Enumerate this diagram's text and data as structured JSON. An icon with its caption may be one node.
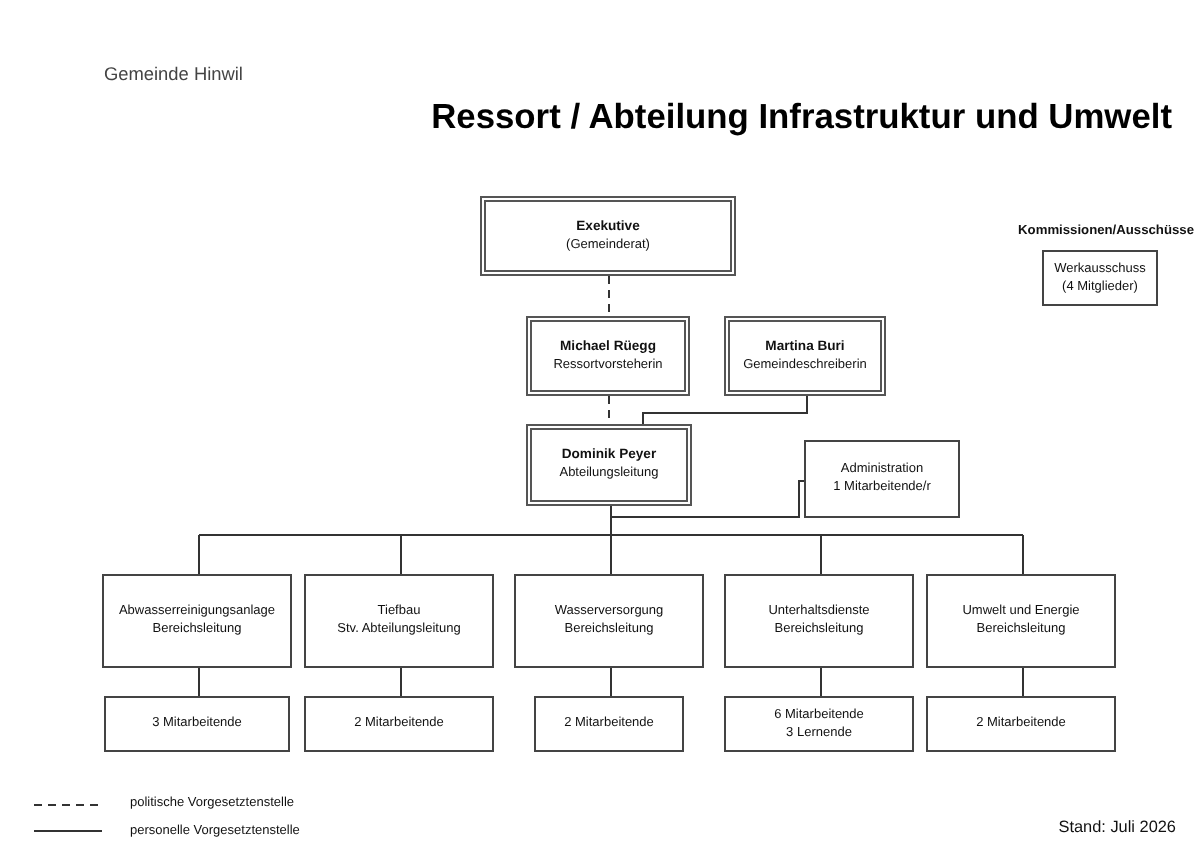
{
  "diagram": {
    "title": "Ressort / Abteilung Infrastruktur und Umwelt",
    "nodes": [
      {
        "text": [
          "Exekutive",
          "(Gemeinderat)"
        ]
      },
      {
        "text": [
          "Werkausschuss",
          "(4 Mitglieder)"
        ]
      },
      {
        "text": [
          "Michael Rüegg",
          "Ressortvorsteherin"
        ]
      },
      {
        "text": [
          "Martina Buri",
          "Gemeindeschreiberin"
        ]
      },
      {
        "text": [
          "Dominik Peyer",
          "Abteilungsleitung"
        ]
      },
      {
        "text": [
          "Administration",
          "1 Mitarbeitende/r"
        ]
      },
      {
        "text": [
          "Abwasserreinigungsanlage",
          "Bereichsleitung"
        ]
      },
      {
        "text": [
          "Tiefbau",
          "Stv. Abteilungsleitung"
        ]
      },
      {
        "text": [
          "Wasserversorgung",
          "Bereichsleitung"
        ]
      },
      {
        "text": [
          "Unterhaltsdienste",
          "Bereichsleitung"
        ]
      },
      {
        "text": [
          "Umwelt und Energie",
          "Bereichsleitung"
        ]
      },
      {
        "text": [
          "3 Mitarbeitende"
        ]
      },
      {
        "text": [
          "2 Mitarbeitende"
        ]
      },
      {
        "text": [
          "2 Mitarbeitende"
        ]
      },
      {
        "text": [
          "6 Mitarbeitende",
          "3 Lernende"
        ]
      },
      {
        "text": [
          "2 Mitarbeitende"
        ]
      }
    ],
    "edges": [
      {
        "from": 0,
        "to": 2,
        "arrow": "none",
        "style": "dashed"
      },
      {
        "from": 2,
        "to": 4,
        "arrow": "none",
        "style": "dashed"
      },
      {
        "from": 3,
        "to": 4,
        "arrow": "none"
      },
      {
        "from": 4,
        "to": 5,
        "arrow": "none"
      },
      {
        "from": 4,
        "to": 6,
        "arrow": "none"
      },
      {
        "from": 4,
        "to": 7,
        "arrow": "none"
      },
      {
        "from": 4,
        "to": 8,
        "arrow": "none"
      },
      {
        "from": 4,
        "to": 9,
        "arrow": "none"
      },
      {
        "from": 4,
        "to": 10,
        "arrow": "none"
      },
      {
        "from": 6,
        "to": 11,
        "arrow": "none"
      },
      {
        "from": 7,
        "to": 12,
        "arrow": "none"
      },
      {
        "from": 8,
        "to": 13,
        "arrow": "none"
      },
      {
        "from": 9,
        "to": 14,
        "arrow": "none"
      },
      {
        "from": 10,
        "to": 15,
        "arrow": "none"
      }
    ],
    "labels": [
      "Gemeinde Hinwil",
      "Kommissionen/Ausschüsse",
      "Stand: Juli 2026"
    ],
    "legend": [
      {
        "text": "politische Vorgesetztenstelle"
      },
      {
        "text": "personelle Vorgesetztenstelle"
      }
    ]
  }
}
